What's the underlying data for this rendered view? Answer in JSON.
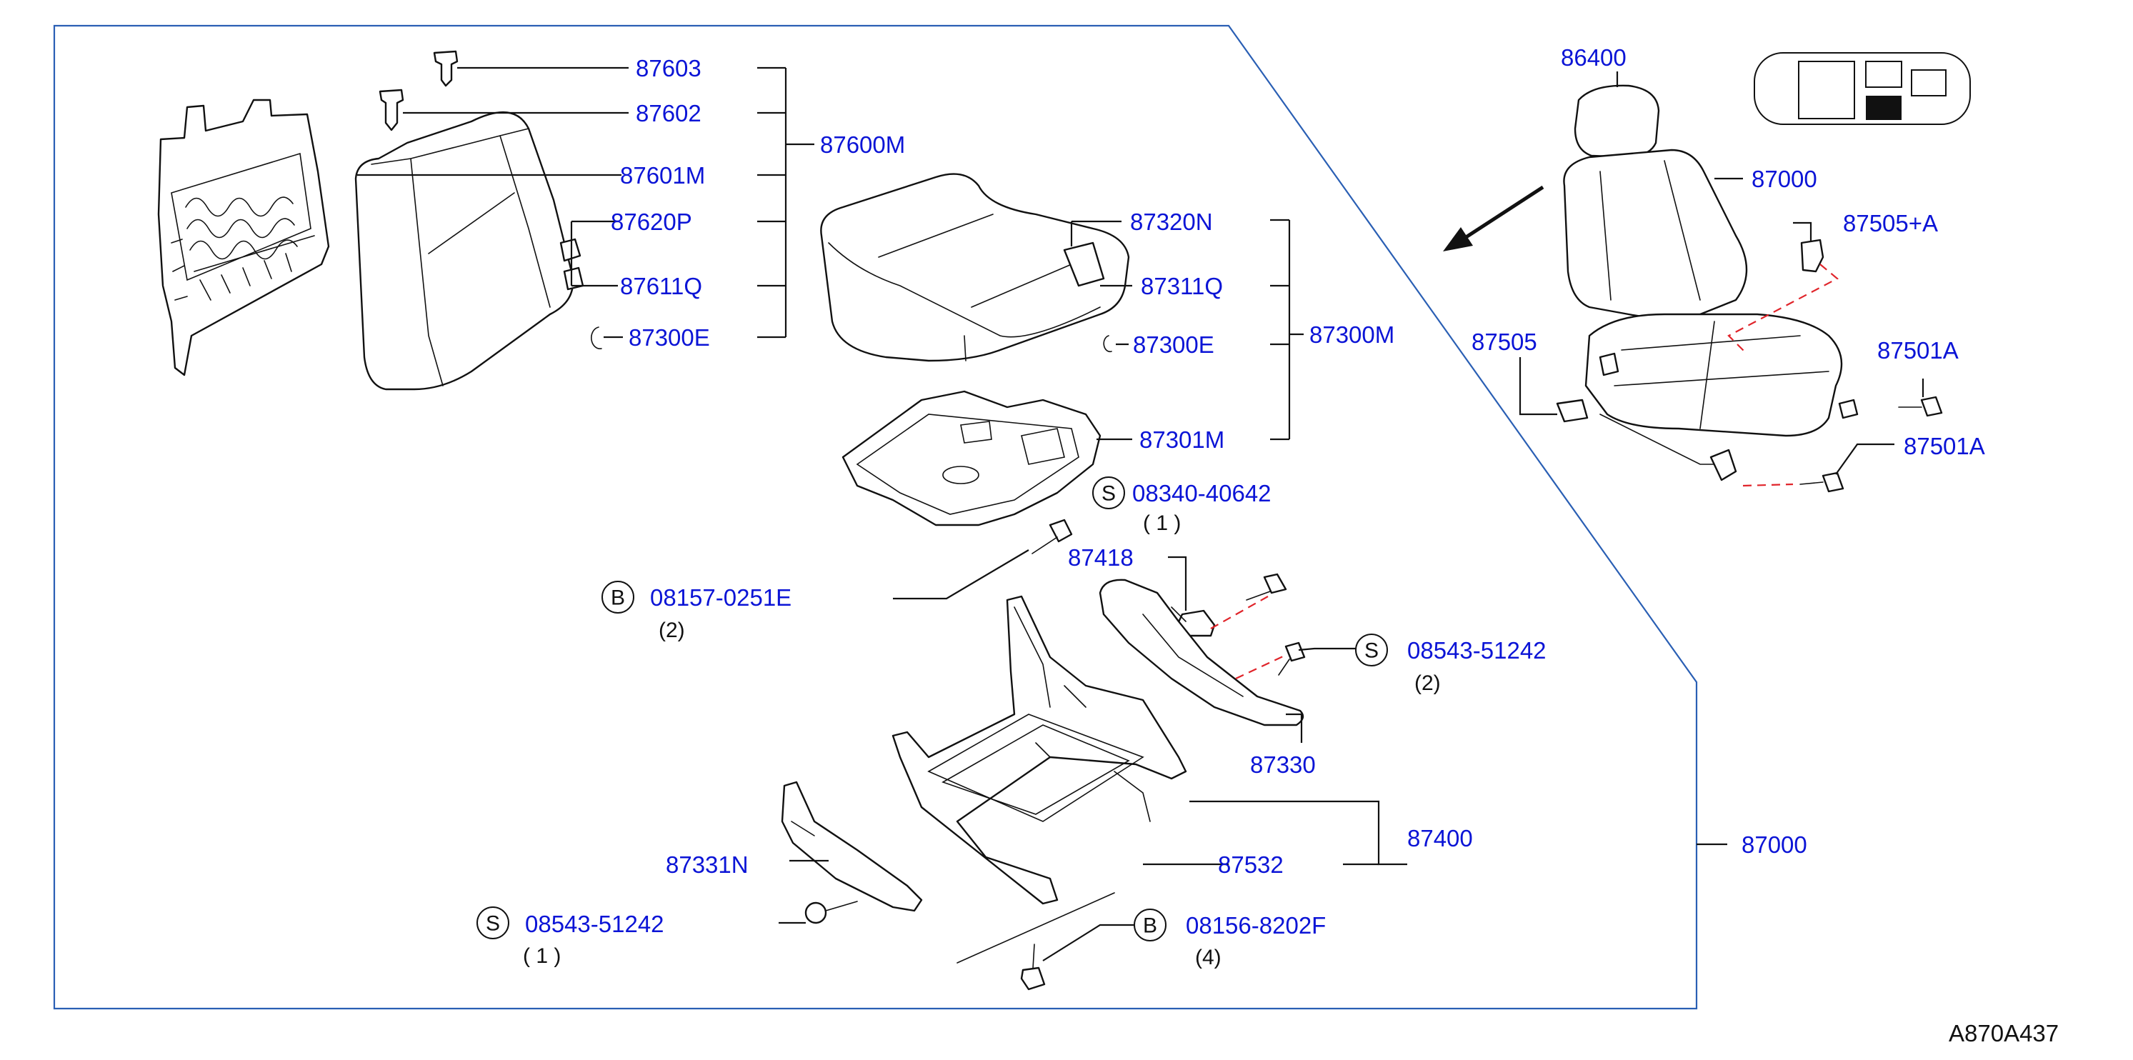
{
  "diagram_id": "A870A437",
  "colors": {
    "part_number": "#0b14d6",
    "frame": "#2a5fb4",
    "dashed_guide": "#e0242a",
    "line": "#111111"
  },
  "symbols": {
    "s": "S",
    "b": "B"
  },
  "labels": {
    "p87603": "87603",
    "p87602": "87602",
    "p87600M": "87600M",
    "p87601M": "87601M",
    "p87620P": "87620P",
    "p87611Q": "87611Q",
    "p87300E_a": "87300E",
    "p87320N": "87320N",
    "p87311Q": "87311Q",
    "p87300E_b": "87300E",
    "p87300M": "87300M",
    "p87301M": "87301M",
    "p08340": "08340-40642",
    "p08340_qty": "( 1 )",
    "p87418": "87418",
    "p08157": "08157-0251E",
    "p08157_qty": "(2)",
    "p08543_a": "08543-51242",
    "p08543_a_qty": "(2)",
    "p87330": "87330",
    "p87400": "87400",
    "p87532": "87532",
    "p87331N": "87331N",
    "p08543_b": "08543-51242",
    "p08543_b_qty": "( 1 )",
    "p08156": "08156-8202F",
    "p08156_qty": "(4)",
    "p87000_frame": "87000",
    "p86400": "86400",
    "p87000_seat": "87000",
    "p87505A": "87505+A",
    "p87505": "87505",
    "p87501A_a": "87501A",
    "p87501A_b": "87501A"
  }
}
